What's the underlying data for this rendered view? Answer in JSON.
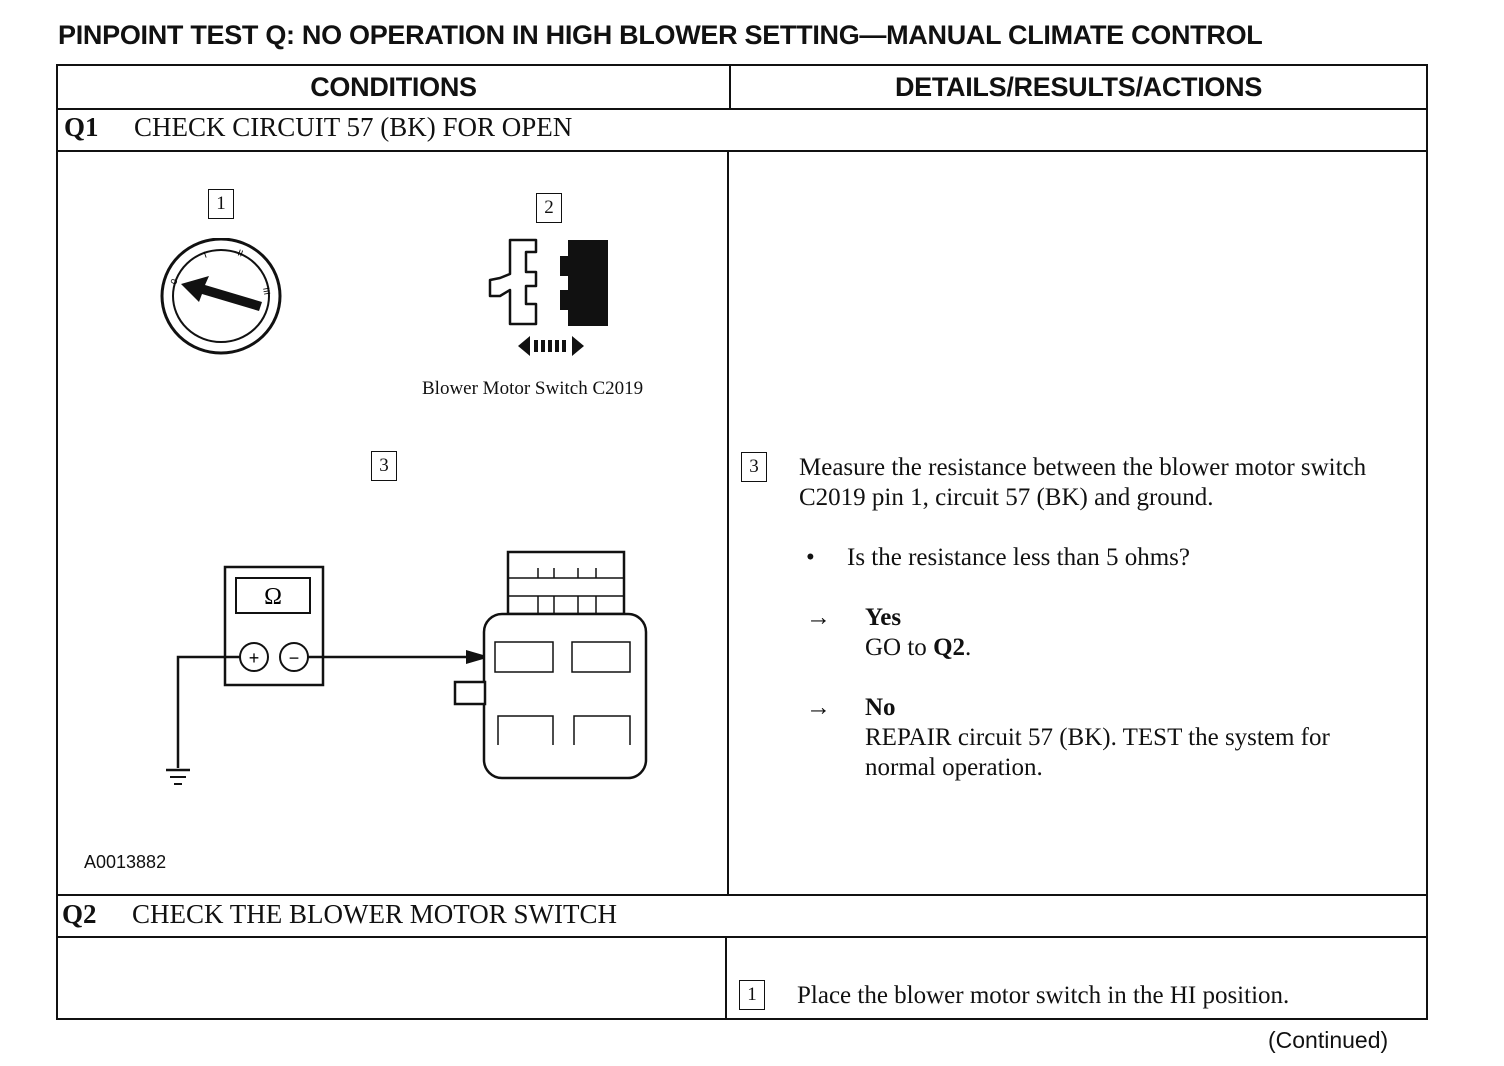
{
  "title": "PINPOINT TEST Q:  NO OPERATION IN HIGH BLOWER SETTING—MANUAL CLIMATE CONTROL",
  "table": {
    "col_conditions": "CONDITIONS",
    "col_details": "DETAILS/RESULTS/ACTIONS"
  },
  "q1": {
    "num": "Q1",
    "title": "CHECK CIRCUIT 57 (BK) FOR OPEN",
    "figure": {
      "step1_box": "1",
      "step2_box": "2",
      "step3_box": "3",
      "connector_label": "Blower Motor Switch C2019",
      "meter_symbol": "Ω",
      "meter_plus": "+",
      "meter_minus": "−",
      "dial_marks": [
        "0",
        "I",
        "II",
        "III"
      ],
      "figure_code": "A0013882"
    },
    "action": {
      "box": "3",
      "instruction": "Measure the resistance between the blower motor switch C2019 pin 1, circuit 57 (BK) and ground.",
      "bullet": "•",
      "question": "Is the resistance less than 5 ohms?",
      "arrow": "→",
      "yes_label": "Yes",
      "yes_prefix": "GO to ",
      "yes_target": "Q2",
      "yes_suffix": ".",
      "no_label": "No",
      "no_action": "REPAIR circuit 57 (BK). TEST the system for normal operation."
    }
  },
  "q2": {
    "num": "Q2",
    "title": "CHECK THE BLOWER MOTOR SWITCH",
    "action": {
      "box": "1",
      "instruction": "Place the blower motor switch in the HI position."
    }
  },
  "footer": {
    "continued": "(Continued)"
  }
}
